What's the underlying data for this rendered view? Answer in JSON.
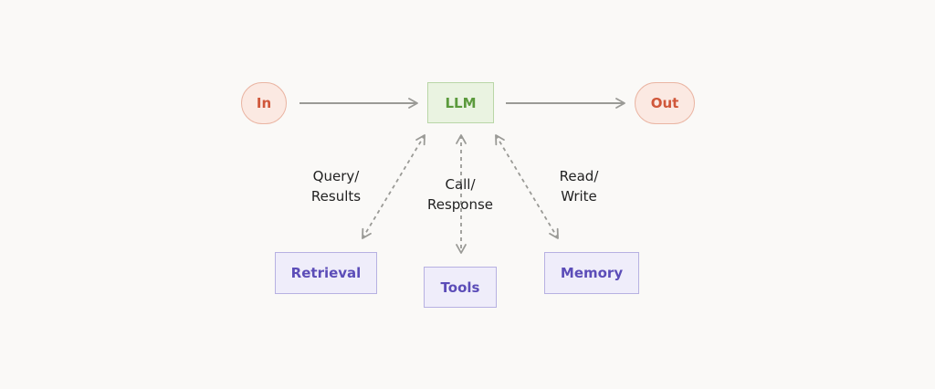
{
  "nodes": {
    "input": "In",
    "llm": "LLM",
    "output": "Out",
    "retrieval": "Retrieval",
    "tools": "Tools",
    "memory": "Memory"
  },
  "edges": {
    "retrieval": {
      "line1": "Query/",
      "line2": "Results"
    },
    "tools": {
      "line1": "Call/",
      "line2": "Response"
    },
    "memory": {
      "line1": "Read/",
      "line2": "Write"
    }
  },
  "colors": {
    "arrow": "#9a9a96",
    "background": "#faf9f7"
  }
}
